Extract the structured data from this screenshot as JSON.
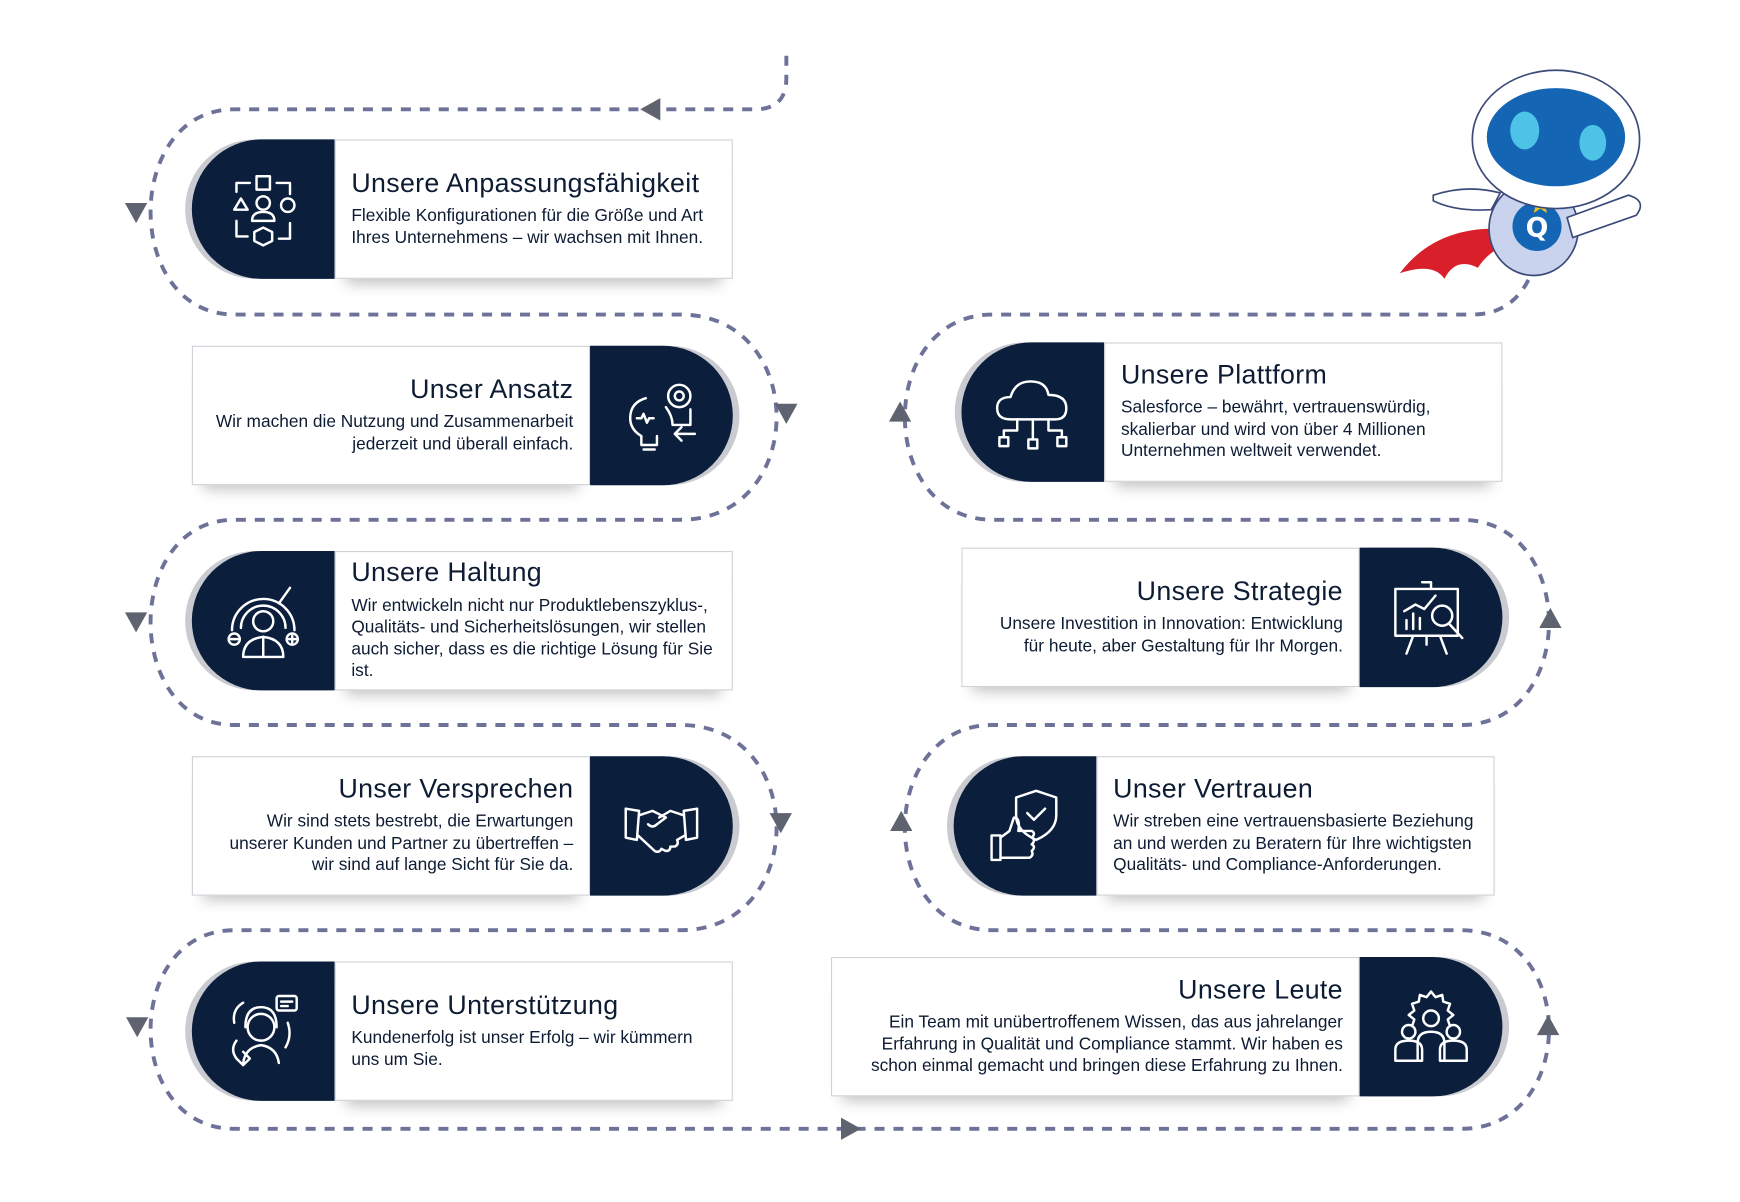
{
  "colors": {
    "navy": "#0b1f3d",
    "dash": "#6e7299",
    "cape": "#d9202a",
    "visor": "#1565b5"
  },
  "cards": [
    {
      "title": "Unsere Anpassungsfähigkeit",
      "desc": "Flexible Konfigurationen für die Größe und Art Ihres Unternehmens – wir wachsen mit Ihnen.",
      "icon": "adaptability-flow-icon"
    },
    {
      "title": "Unser Ansatz",
      "desc": "Wir machen die Nutzung und Zusammenarbeit jederzeit und überall einfach.",
      "icon": "lightbulb-gear-icon"
    },
    {
      "title": "Unsere Haltung",
      "desc": "Wir entwickeln nicht nur Produktlebenszyklus-, Qualitäts- und Sicherheitslösungen, wir stellen auch sicher, dass es die richtige Lösung für Sie ist.",
      "icon": "person-gauge-icon"
    },
    {
      "title": "Unser Versprechen",
      "desc": "Wir sind stets bestrebt, die Erwartungen unserer Kunden und Partner zu übertreffen – wir sind auf lange Sicht für Sie da.",
      "icon": "handshake-icon"
    },
    {
      "title": "Unsere Unterstützung",
      "desc": "Kundenerfolg ist unser Erfolg – wir kümmern uns um Sie.",
      "icon": "support-agent-icon"
    },
    {
      "title": "Unsere Plattform",
      "desc": "Salesforce – bewährt, vertrauenswürdig, skalierbar und wird von über 4 Millionen Unternehmen weltweit verwendet.",
      "icon": "cloud-network-icon"
    },
    {
      "title": "Unsere Strategie",
      "desc": "Unsere Investition in Innovation: Entwicklung für heute, aber Gestaltung für Ihr Morgen.",
      "icon": "presentation-chart-icon"
    },
    {
      "title": "Unser Vertrauen",
      "desc": "Wir streben eine vertrauensbasierte Beziehung an und werden zu Beratern für Ihre wichtigsten Qualitäts- und Compliance-Anforderungen.",
      "icon": "shield-thumbs-up-icon"
    },
    {
      "title": "Unsere Leute",
      "desc": "Ein Team mit unübertroffenem Wissen, das aus jahrelanger Erfahrung in Qualität und Compliance stammt. Wir haben es schon einmal gemacht und bringen diese Erfahrung zu Ihnen.",
      "icon": "team-gear-icon"
    }
  ]
}
